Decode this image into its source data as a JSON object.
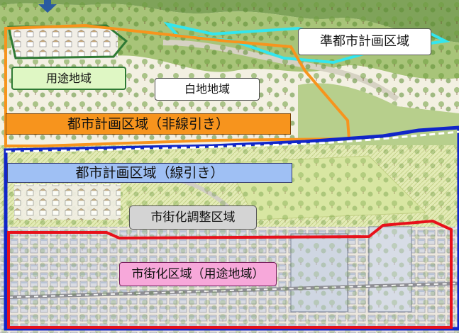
{
  "map": {
    "labels": {
      "youto_chiiki": "用途地域",
      "hakuchi_chiiki": "白地地域",
      "jun_toshi_keikaku_kuiki": "準都市計画区域",
      "toshi_keikaku_kuiki_hisenbiki": "都市計画区域（非線引き）",
      "toshi_keikaku_kuiki_senbiki": "都市計画区域（線引き）",
      "shigaika_chosei_kuiki": "市街化調整区域",
      "shigaika_kuiki": "市街化区域（用途地域）"
    },
    "colors": {
      "youto_boundary": "#2f7a34",
      "youto_label_fill": "#dff7c4",
      "jun_toshi_boundary": "#33e6ee",
      "hisenbiki_boundary": "#f7941d",
      "hisenbiki_label_fill": "#f7941d",
      "senbiki_boundary": "#1126c9",
      "senbiki_label_fill": "#9fc0f4",
      "shigaika_boundary": "#e8101a",
      "shigaika_label_fill": "#f7a8da",
      "chosei_label_fill": "#d4d4d4",
      "divider_dashes": "#ffffff",
      "pointer_arrow": "#2a5ba0"
    },
    "icons": [
      "down-arrow-icon"
    ]
  }
}
